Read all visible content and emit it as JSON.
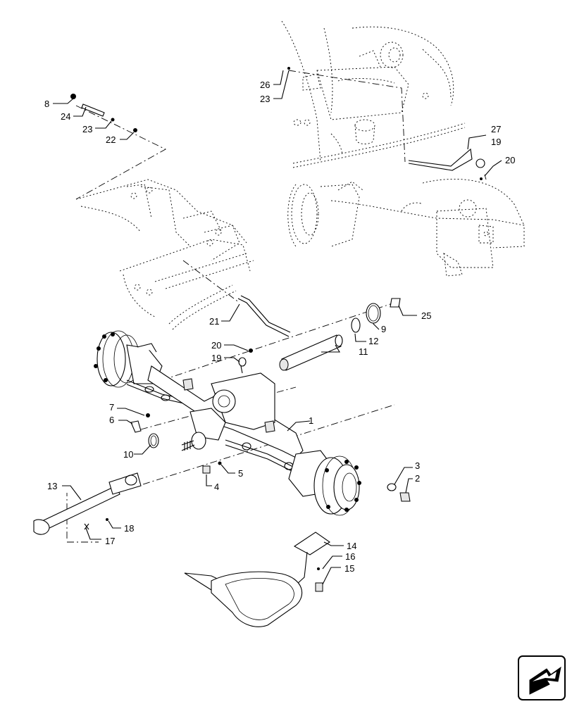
{
  "part_labels": [
    "1",
    "2",
    "3",
    "4",
    "5",
    "6",
    "7",
    "8",
    "9",
    "10",
    "11",
    "12",
    "13",
    "14",
    "15",
    "16",
    "17",
    "18",
    "19",
    "19",
    "20",
    "20",
    "21",
    "22",
    "23",
    "23",
    "24",
    "25",
    "26",
    "27"
  ],
  "icons": {
    "nav_arrow": "next-page-arrow-icon"
  }
}
